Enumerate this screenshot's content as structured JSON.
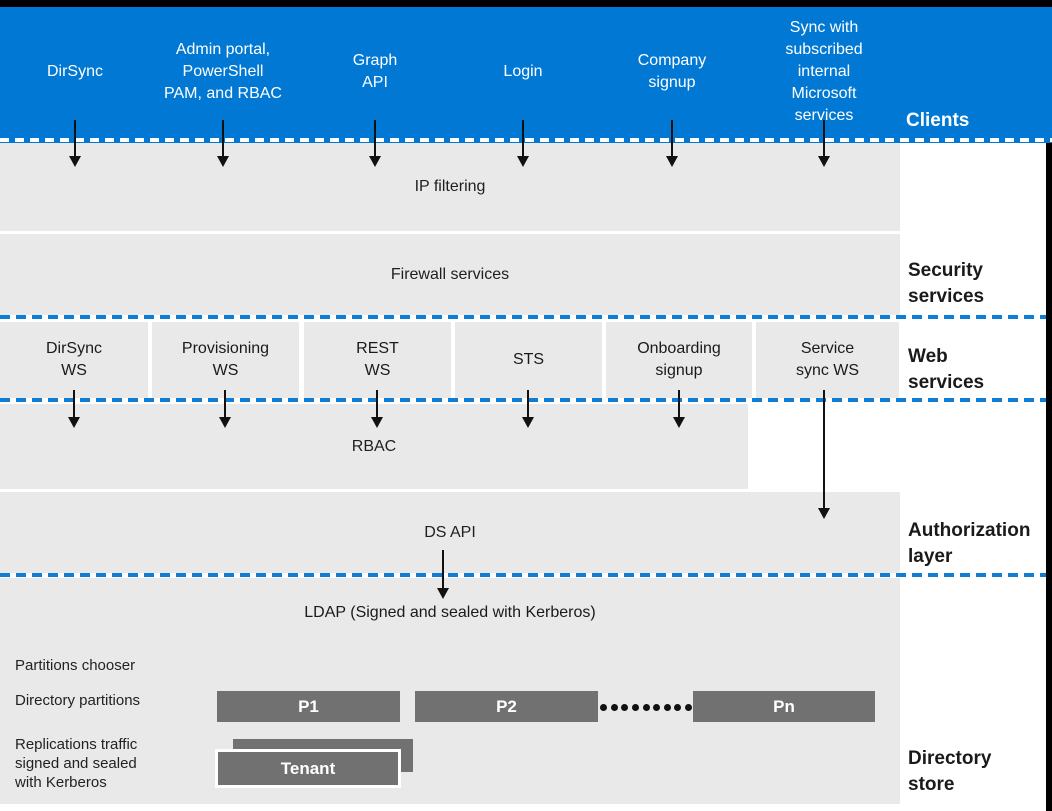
{
  "colors": {
    "client_band_blue": "#0078D4",
    "layer_gray": "#e9e9e9",
    "partition_gray": "#717171",
    "dashed_separator_blue": "#0f7cd6",
    "frame_black": "#000000"
  },
  "clients": {
    "label": "Clients",
    "items": [
      {
        "label": "DirSync"
      },
      {
        "label": "Admin portal,\nPowerShell\nPAM, and RBAC"
      },
      {
        "label": "Graph\nAPI"
      },
      {
        "label": "Login"
      },
      {
        "label": "Company\nsignup"
      },
      {
        "label": "Sync with\nsubscribed\ninternal\nMicrosoft\nservices"
      }
    ]
  },
  "security": {
    "label": "Security\nservices",
    "ip_filtering": "IP filtering",
    "firewall": "Firewall services"
  },
  "web_services": {
    "label": "Web\nservices",
    "boxes": [
      {
        "label": "DirSync\nWS"
      },
      {
        "label": "Provisioning\nWS"
      },
      {
        "label": "REST\nWS"
      },
      {
        "label": "STS"
      },
      {
        "label": "Onboarding\nsignup"
      },
      {
        "label": "Service\nsync WS"
      }
    ]
  },
  "authorization": {
    "label": "Authorization\nlayer",
    "rbac": "RBAC",
    "ds_api": "DS API"
  },
  "directory_store": {
    "label": "Directory\nstore",
    "ldap": "LDAP (Signed and sealed with Kerberos)",
    "partitions_chooser": "Partitions chooser",
    "directory_partitions": "Directory partitions",
    "partitions": [
      {
        "label": "P1"
      },
      {
        "label": "P2"
      },
      {
        "label": "Pn"
      }
    ],
    "replications": "Replications traffic\nsigned and sealed\nwith Kerberos",
    "tenant": "Tenant"
  }
}
